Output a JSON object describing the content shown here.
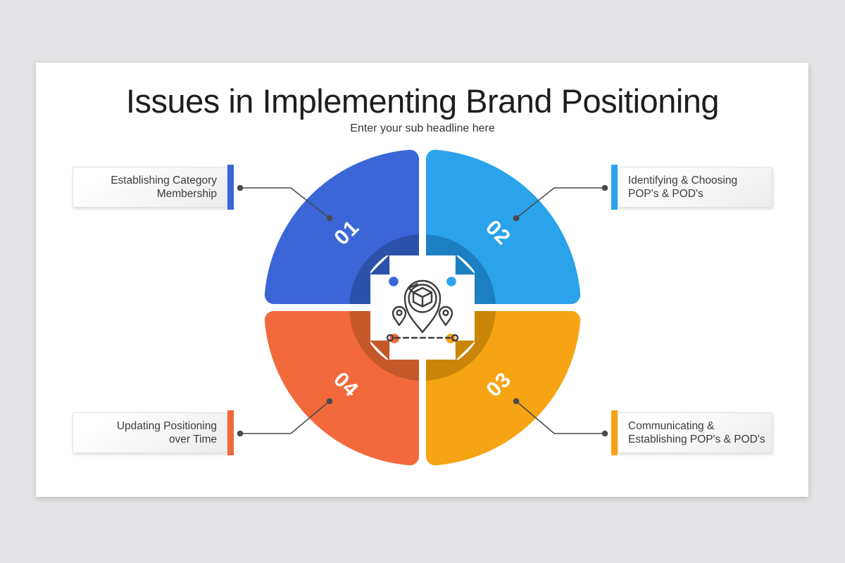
{
  "slide": {
    "title": "Issues in Implementing Brand Positioning",
    "subtitle": "Enter your sub headline here"
  },
  "wheel": {
    "center_icon": "package-delivery-route-icon",
    "segments": [
      {
        "number": "01",
        "name": "Establishing Category Membership",
        "color": "#3A66D8",
        "dark_color": "#2B51AB"
      },
      {
        "number": "02",
        "name": "Identifying & Choosing POP's & POD's",
        "color": "#2AA3EB",
        "dark_color": "#1C7FC2"
      },
      {
        "number": "03",
        "name": "Communicating & Establishing POP's & POD's",
        "color": "#F6A413",
        "dark_color": "#C98508"
      },
      {
        "number": "04",
        "name": "Updating Positioning over Time",
        "color": "#F2693C",
        "dark_color": "#C5582B"
      }
    ]
  },
  "callouts": [
    {
      "position": "top-left",
      "line1": "Establishing Category",
      "line2": "Membership",
      "accent": "#3A66D8"
    },
    {
      "position": "top-right",
      "line1": "Identifying & Choosing",
      "line2": "POP's & POD's",
      "accent": "#2AA3EB"
    },
    {
      "position": "bottom-right",
      "line1": "Communicating &",
      "line2": "Establishing POP's & POD's",
      "accent": "#F6A413"
    },
    {
      "position": "bottom-left",
      "line1": "Updating Positioning",
      "line2": "over Time",
      "accent": "#F2693C"
    }
  ],
  "styles": {
    "background": "#E4E4E6",
    "slide_background": "#ffffff",
    "connector_color": "#4a4a4a",
    "icon_stroke": "#3d3d3d",
    "white": "#ffffff"
  }
}
